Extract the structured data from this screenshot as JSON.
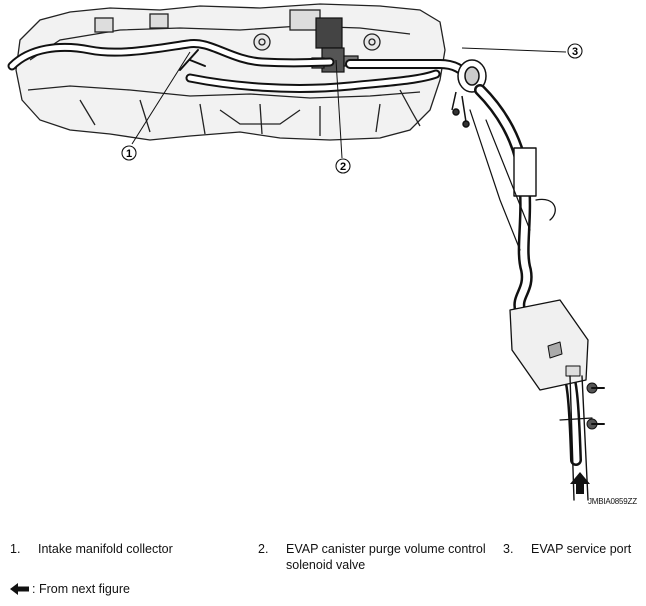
{
  "figure": {
    "callouts": [
      {
        "id": "1",
        "label": "1"
      },
      {
        "id": "2",
        "label": "2"
      },
      {
        "id": "3",
        "label": "3"
      }
    ],
    "figure_code": "JMBIA0859ZZ"
  },
  "legend": [
    {
      "number": "1.",
      "text": "Intake manifold collector"
    },
    {
      "number": "2.",
      "text_line1": "EVAP canister purge volume control",
      "text_line2": "solenoid valve"
    },
    {
      "number": "3.",
      "text": "EVAP service port"
    }
  ],
  "note": {
    "arrow_icon": "arrow-left-icon",
    "text": ": From next figure"
  }
}
